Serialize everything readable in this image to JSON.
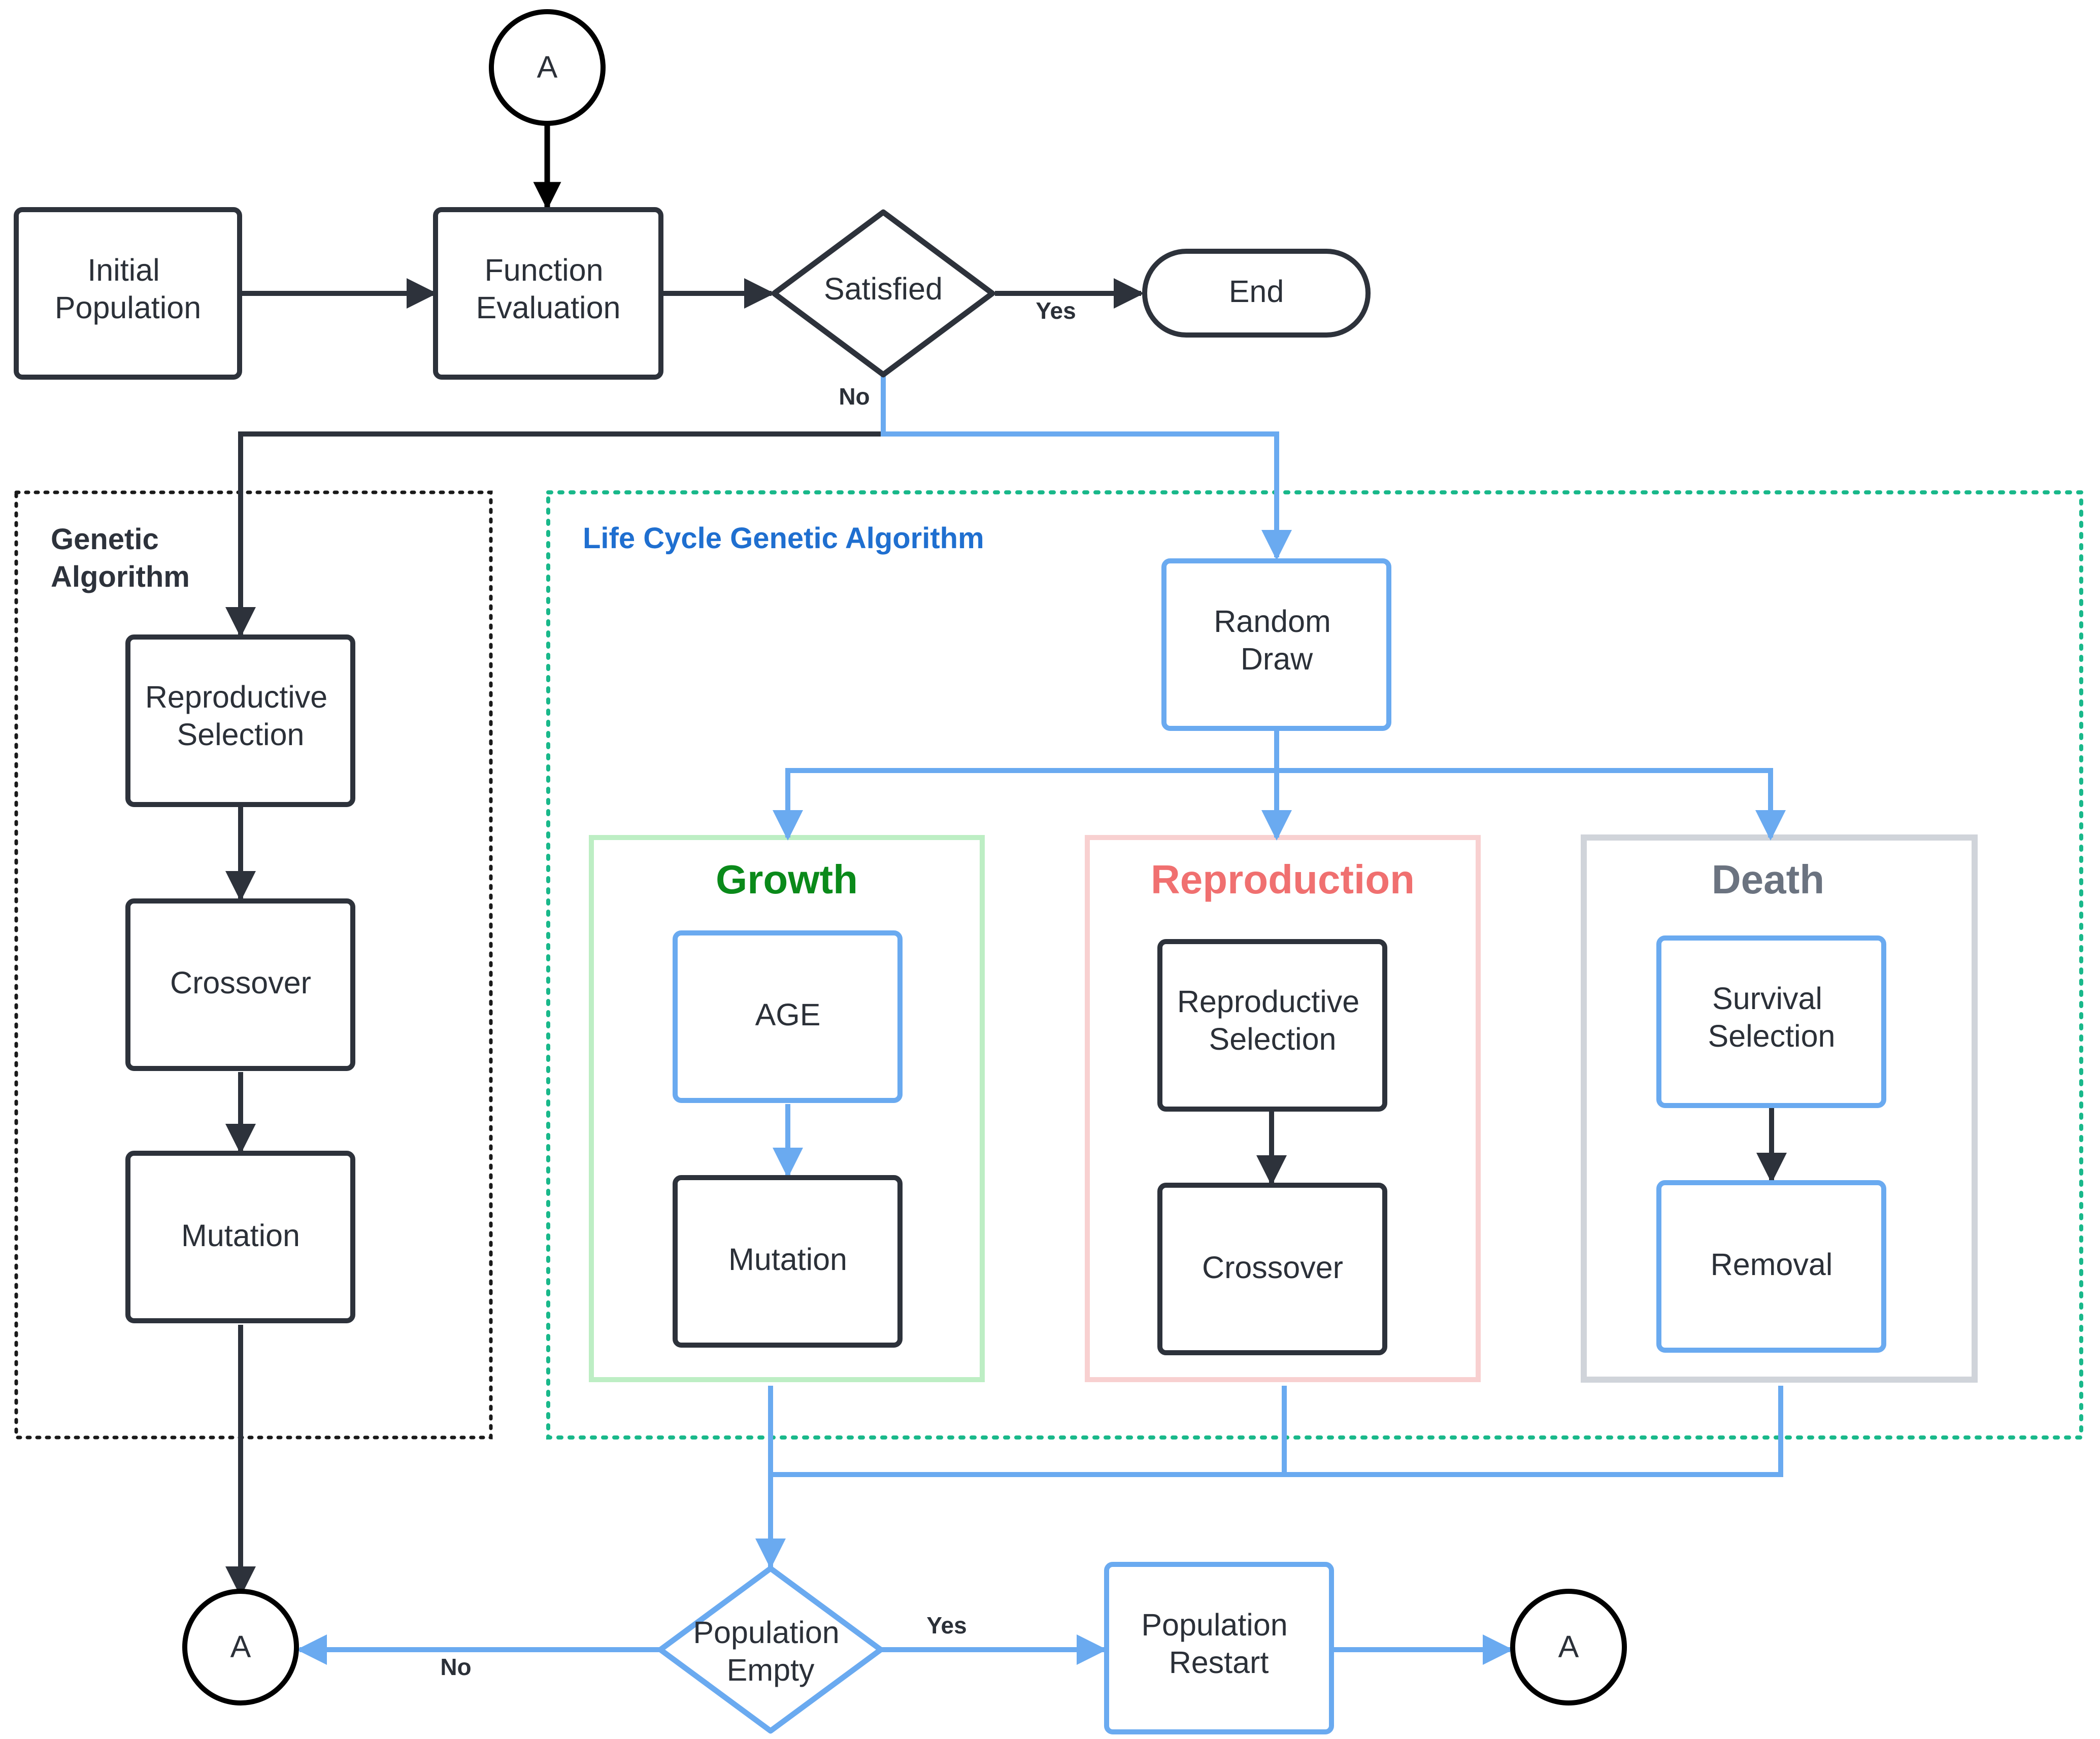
{
  "colors": {
    "dark": "#2d323b",
    "blue": "#6aaaf0",
    "growth": "#0a8a1a",
    "growth_border": "#bdeec4",
    "reproduction": "#f07070",
    "reproduction_border": "#f8d0d0",
    "death": "#6b7380",
    "death_border": "#d0d4da",
    "lcga_title": "#1f6fd0",
    "lcga_border": "#19b88a"
  },
  "connectors": {
    "top": "A",
    "bottom_left": "A",
    "bottom_right": "A"
  },
  "nodes": {
    "initial_population": [
      "Initial",
      "Population"
    ],
    "function_evaluation": [
      "Function",
      "Evaluation"
    ],
    "satisfied": "Satisfied",
    "end": "End",
    "population_empty": [
      "Population",
      "Empty"
    ],
    "population_restart": [
      "Population",
      "Restart"
    ]
  },
  "edge_labels": {
    "satisfied_yes": "Yes",
    "satisfied_no": "No",
    "empty_yes": "Yes",
    "empty_no": "No"
  },
  "genetic_algorithm": {
    "title": [
      "Genetic",
      "Algorithm"
    ],
    "reproductive_selection": [
      "Reproductive",
      "Selection"
    ],
    "crossover": "Crossover",
    "mutation": "Mutation"
  },
  "lcga": {
    "title": "Life Cycle Genetic Algorithm",
    "random_draw": [
      "Random",
      "Draw"
    ],
    "growth": {
      "title": "Growth",
      "age": "AGE",
      "mutation": "Mutation"
    },
    "reproduction": {
      "title": "Reproduction",
      "reproductive_selection": [
        "Reproductive",
        "Selection"
      ],
      "crossover": "Crossover"
    },
    "death": {
      "title": "Death",
      "survival_selection": [
        "Survival",
        "Selection"
      ],
      "removal": "Removal"
    }
  }
}
